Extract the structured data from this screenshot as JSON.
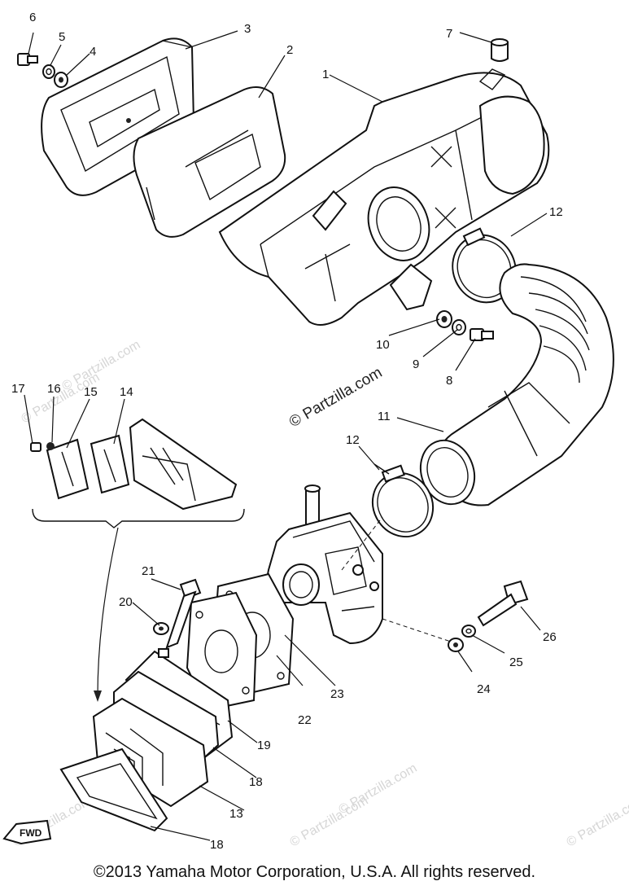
{
  "callouts": {
    "c1": "1",
    "c2": "2",
    "c3": "3",
    "c4": "4",
    "c5": "5",
    "c6": "6",
    "c7": "7",
    "c8": "8",
    "c9": "9",
    "c10": "10",
    "c11": "11",
    "c12a": "12",
    "c12b": "12",
    "c13": "13",
    "c14": "14",
    "c15": "15",
    "c16": "16",
    "c17": "17",
    "c18a": "18",
    "c18b": "18",
    "c19": "19",
    "c20": "20",
    "c21": "21",
    "c22": "22",
    "c23": "23",
    "c24": "24",
    "c25": "25",
    "c26": "26"
  },
  "watermark": {
    "main": "© Partzilla.com",
    "faint": "© Partzilla.com"
  },
  "fwd_label": "FWD",
  "copyright": "©2013  Yamaha Motor Corporation, U.S.A. All rights reserved."
}
